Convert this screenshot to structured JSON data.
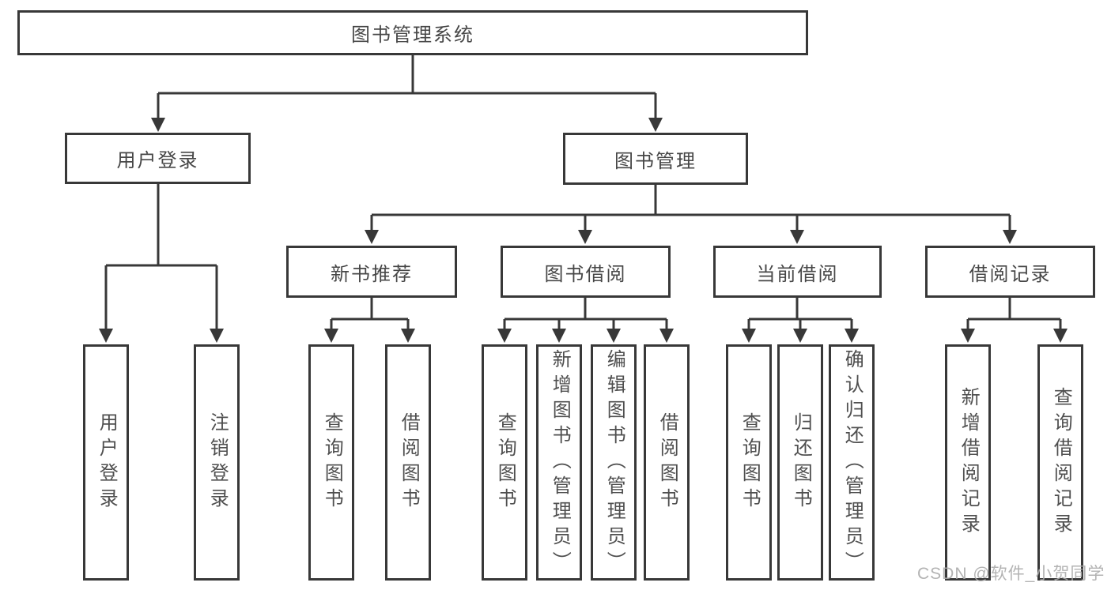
{
  "diagram": {
    "root": {
      "label": "图书管理系统"
    },
    "branches": {
      "user_login": {
        "label": "用户登录",
        "children": [
          {
            "label": "用户登录"
          },
          {
            "label": "注销登录"
          }
        ]
      },
      "book_mgmt": {
        "label": "图书管理",
        "sections": [
          {
            "label": "新书推荐",
            "children": [
              {
                "label": "查询图书"
              },
              {
                "label": "借阅图书"
              }
            ]
          },
          {
            "label": "图书借阅",
            "children": [
              {
                "label": "查询图书"
              },
              {
                "label": "新增图书（管理员）"
              },
              {
                "label": "编辑图书（管理员）"
              },
              {
                "label": "借阅图书"
              }
            ]
          },
          {
            "label": "当前借阅",
            "children": [
              {
                "label": "查询图书"
              },
              {
                "label": "归还图书"
              },
              {
                "label": "确认归还（管理员）"
              }
            ]
          },
          {
            "label": "借阅记录",
            "children": [
              {
                "label": "新增借阅记录"
              },
              {
                "label": "查询借阅记录"
              }
            ]
          }
        ]
      }
    },
    "colors": {
      "line": "#383838",
      "box_border": "#383838",
      "text": "#4f4f4f",
      "background": "#ffffff",
      "watermark": "#ababab"
    }
  },
  "watermark": {
    "text": "CSDN @软件_小贺同学"
  }
}
